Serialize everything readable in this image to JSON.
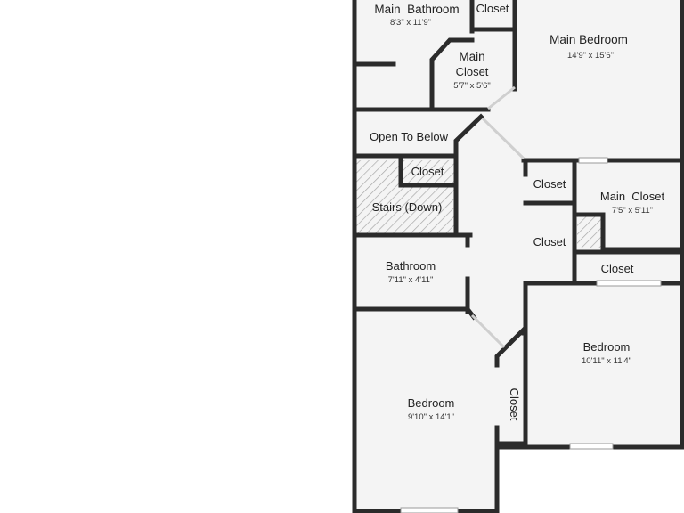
{
  "rooms": {
    "main_bathroom": {
      "name": "Main  Bathroom",
      "dims": "8'3\" x 11'9\""
    },
    "closet_top": {
      "name": "Closet"
    },
    "main_bedroom": {
      "name": "Main Bedroom",
      "dims": "14'9\" x 15'6\""
    },
    "main_closet_upper": {
      "name_line1": "Main",
      "name_line2": "Closet",
      "dims": "5'7\" x 5'6\""
    },
    "open_to_below": {
      "name": "Open To Below"
    },
    "closet_by_stairs": {
      "name": "Closet"
    },
    "stairs": {
      "name": "Stairs (Down)"
    },
    "closet_hall_upper": {
      "name": "Closet"
    },
    "closet_hall_lower": {
      "name": "Closet"
    },
    "main_closet_right": {
      "name": "Main  Closet",
      "dims": "7'5\" x 5'11\""
    },
    "closet_right": {
      "name": "Closet"
    },
    "bathroom": {
      "name": "Bathroom",
      "dims": "7'11\" x 4'11\""
    },
    "bedroom_right": {
      "name": "Bedroom",
      "dims": "10'11\" x 11'4\""
    },
    "closet_vertical": {
      "name": "Closet"
    },
    "bedroom_left": {
      "name": "Bedroom",
      "dims": "9'10\" x 14'1\""
    }
  },
  "colors": {
    "floor": "#f4f4f4",
    "wall": "#2b2b2b",
    "hatch": "#a8a8a8",
    "background": "#ffffff"
  }
}
